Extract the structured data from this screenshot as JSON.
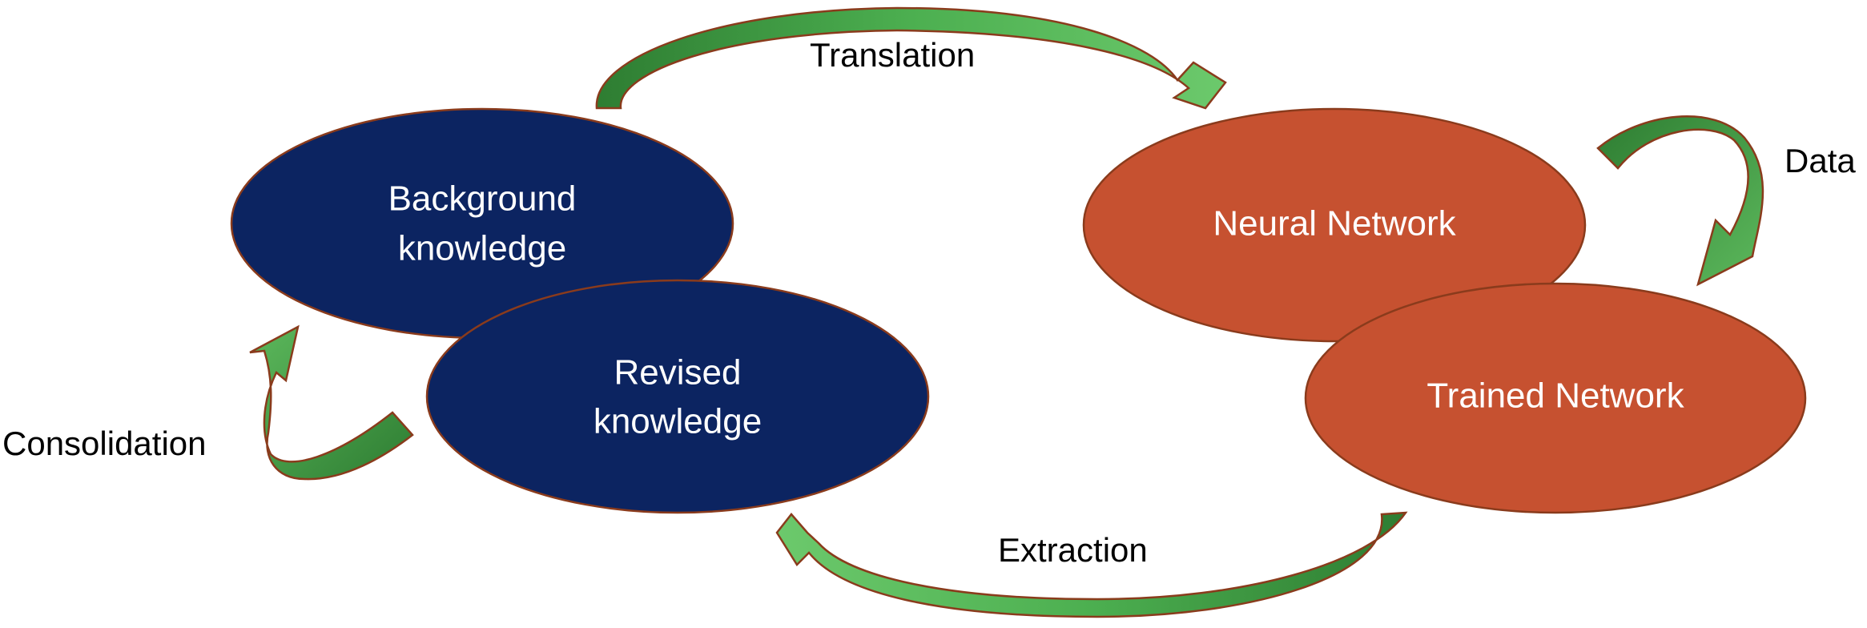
{
  "nodes": {
    "background_knowledge": {
      "line1": "Background",
      "line2": "knowledge"
    },
    "revised_knowledge": {
      "line1": "Revised",
      "line2": "knowledge"
    },
    "neural_network": {
      "label": "Neural Network"
    },
    "trained_network": {
      "label": "Trained Network"
    }
  },
  "edges": {
    "translation": "Translation",
    "data": "Data",
    "extraction": "Extraction",
    "consolidation": "Consolidation"
  },
  "colors": {
    "knowledge_fill": "#0c2461",
    "network_fill": "#c65130",
    "node_stroke": "#8a3b1c",
    "arrow_light": "#5cb85c",
    "arrow_dark": "#2e7d32"
  }
}
